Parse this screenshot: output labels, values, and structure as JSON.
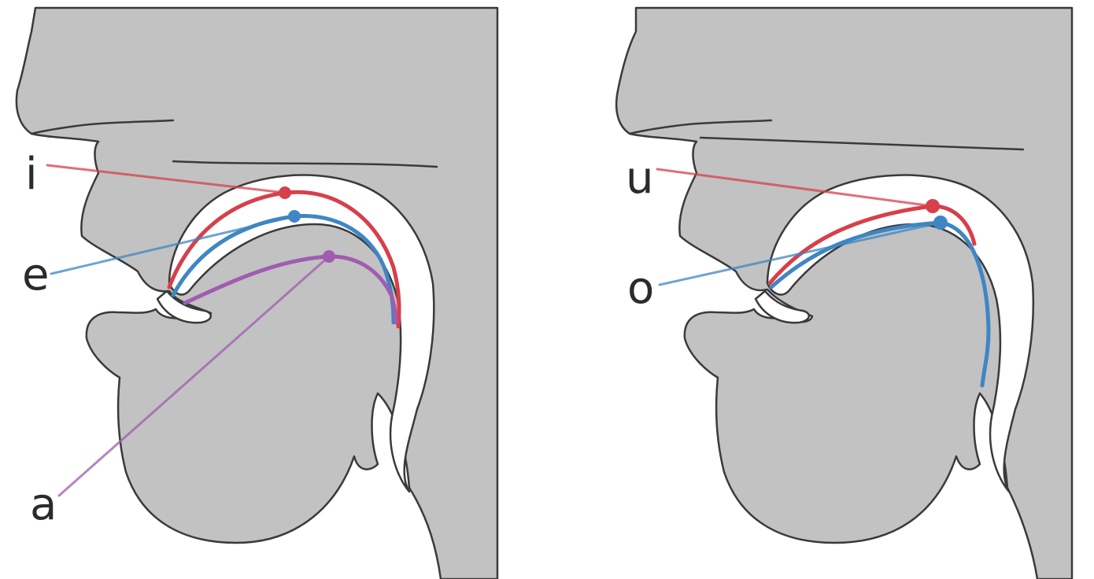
{
  "panels": [
    {
      "id": "front-vowels",
      "vowels": [
        {
          "label": "i",
          "color": "#d6404b"
        },
        {
          "label": "e",
          "color": "#3e86c4"
        },
        {
          "label": "a",
          "color": "#a05cb0"
        }
      ]
    },
    {
      "id": "back-vowels",
      "vowels": [
        {
          "label": "u",
          "color": "#d6404b"
        },
        {
          "label": "o",
          "color": "#3e86c4"
        }
      ]
    }
  ],
  "colors": {
    "tissue": "#c2c2c2",
    "outline": "#3a3a3a",
    "background": "#ffffff"
  }
}
